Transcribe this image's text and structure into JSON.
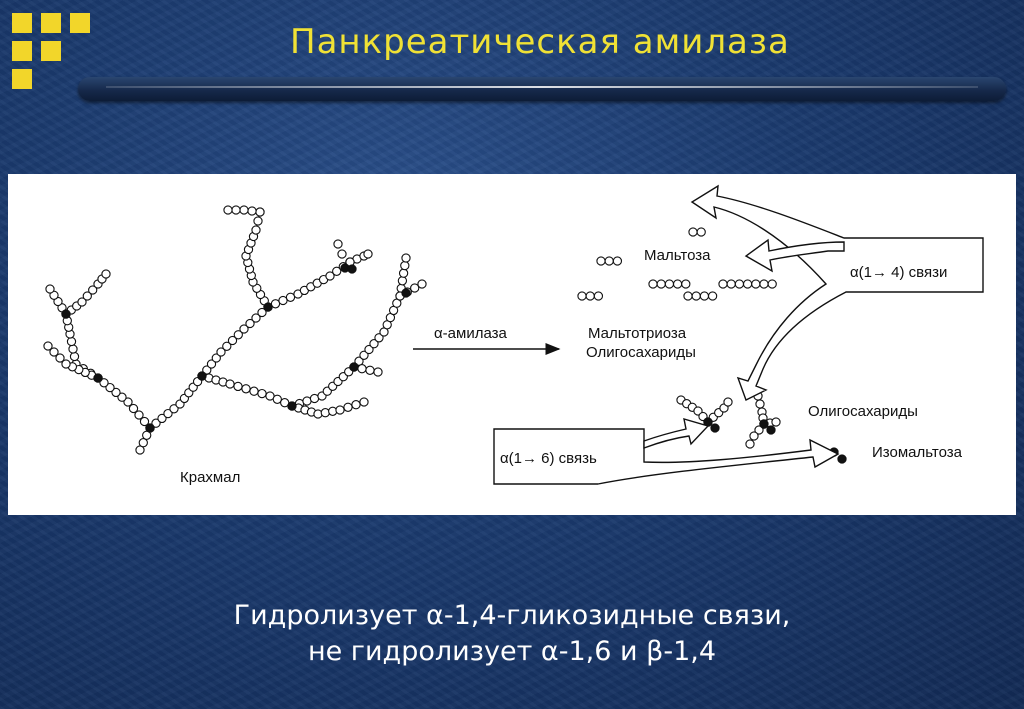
{
  "slide": {
    "title": "Панкреатическая амилаза",
    "caption": {
      "line1": "Гидролизует α-1,4-гликозидные связи,",
      "line2": "не гидролизует α-1,6 и β-1,4"
    },
    "colors": {
      "title": "#f0e135",
      "logo": "#f2d62a",
      "background": "#1b3a6e",
      "caption": "#ffffff"
    },
    "icons": [
      "logo-squares-icon"
    ]
  },
  "diagram": {
    "starch": "Крахмал",
    "enzyme": "α-амилаза",
    "maltose": "Мальтоза",
    "maltotriose": "Мальтотриоза",
    "oligosaccharides_1": "Олигосахариды",
    "oligosaccharides_2": "Олигосахариды",
    "isomaltose": "Изомальтоза",
    "bond_14": "α(1→ 4) связи",
    "bond_16": "α(1→ 6) связь"
  }
}
